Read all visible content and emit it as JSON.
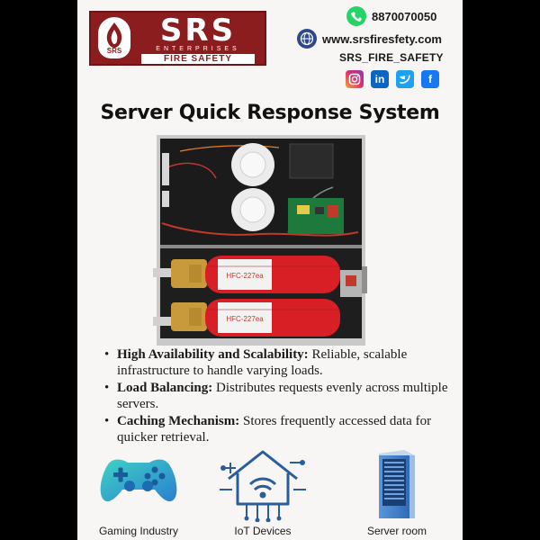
{
  "logo": {
    "badge_text": "SRS",
    "main_text": "SRS",
    "sub_text": "ENTERPRISES",
    "tagline": "FIRE SAFETY"
  },
  "contact": {
    "phone": "8870070050",
    "website": "www.srsfiresfety.com",
    "handle": "SRS_FIRE_SAFETY"
  },
  "socials": [
    {
      "name": "instagram-icon",
      "color": "#e1306c"
    },
    {
      "name": "linkedin-icon",
      "color": "#0a66c2"
    },
    {
      "name": "twitter-icon",
      "color": "#1da1f2"
    },
    {
      "name": "facebook-icon",
      "color": "#1877f2"
    }
  ],
  "title": "Server Quick Response System",
  "bullets": [
    {
      "bold": "High Availability and Scalability:",
      "text": " Reliable, scalable infrastructure to handle varying loads."
    },
    {
      "bold": "Load Balancing:",
      "text": " Distributes requests evenly across multiple servers."
    },
    {
      "bold": "Caching Mechanism:",
      "text": " Stores frequently accessed data for quicker retrieval."
    }
  ],
  "features": [
    {
      "label": "Gaming Industry",
      "icon": "gamepad-icon"
    },
    {
      "label": "IoT Devices",
      "icon": "smart-home-icon"
    },
    {
      "label": "Server room",
      "icon": "server-rack-icon"
    }
  ],
  "photo": {
    "cylinder_label": "HFC-227ea"
  },
  "colors": {
    "brand": "#8b1d1f",
    "whatsapp": "#25d366",
    "globe": "#2c4a8a",
    "cylinder": "#d81f26",
    "iot": "#2b5d9c"
  }
}
